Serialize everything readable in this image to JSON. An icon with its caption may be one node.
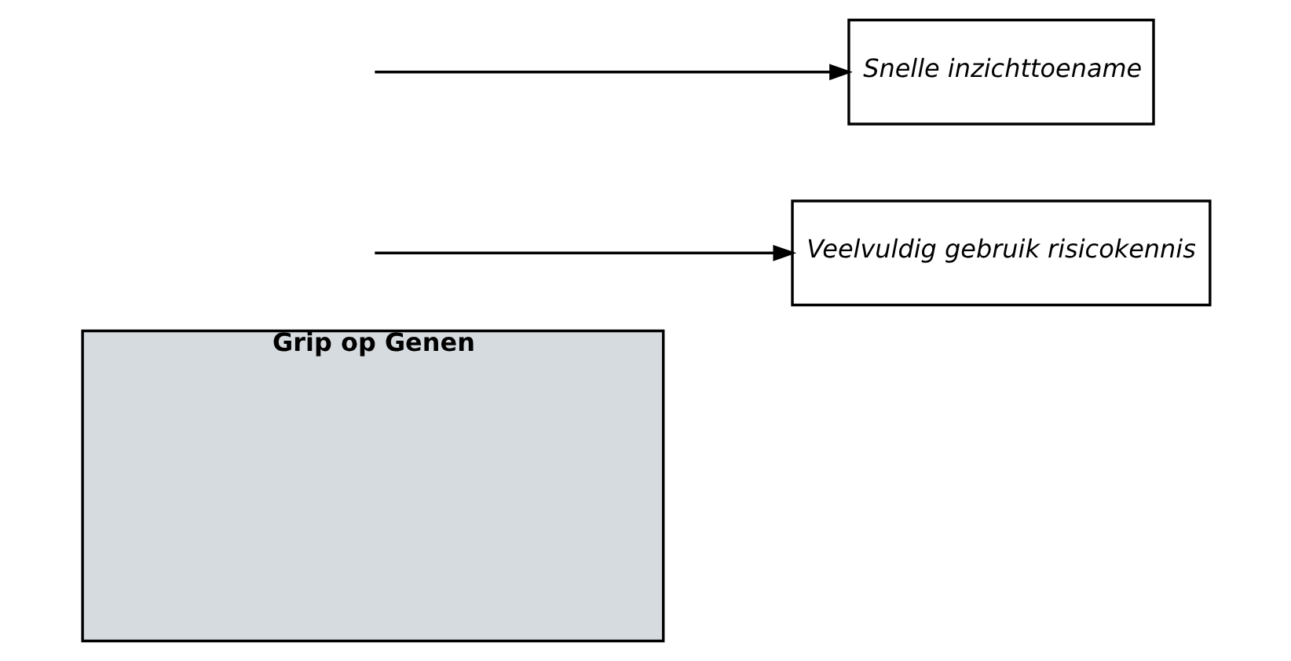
{
  "diagram": {
    "nodes": [
      {
        "text": [
          "Grip op Genen"
        ]
      },
      {
        "text": [
          "Veelvuldig gebruik risicokennis"
        ]
      },
      {
        "text": [
          "Snelle inzichttoename"
        ]
      }
    ],
    "edges": [
      {
        "from": null,
        "to": 1,
        "arrow": "to"
      },
      {
        "from": null,
        "to": 2,
        "arrow": "to"
      }
    ]
  }
}
